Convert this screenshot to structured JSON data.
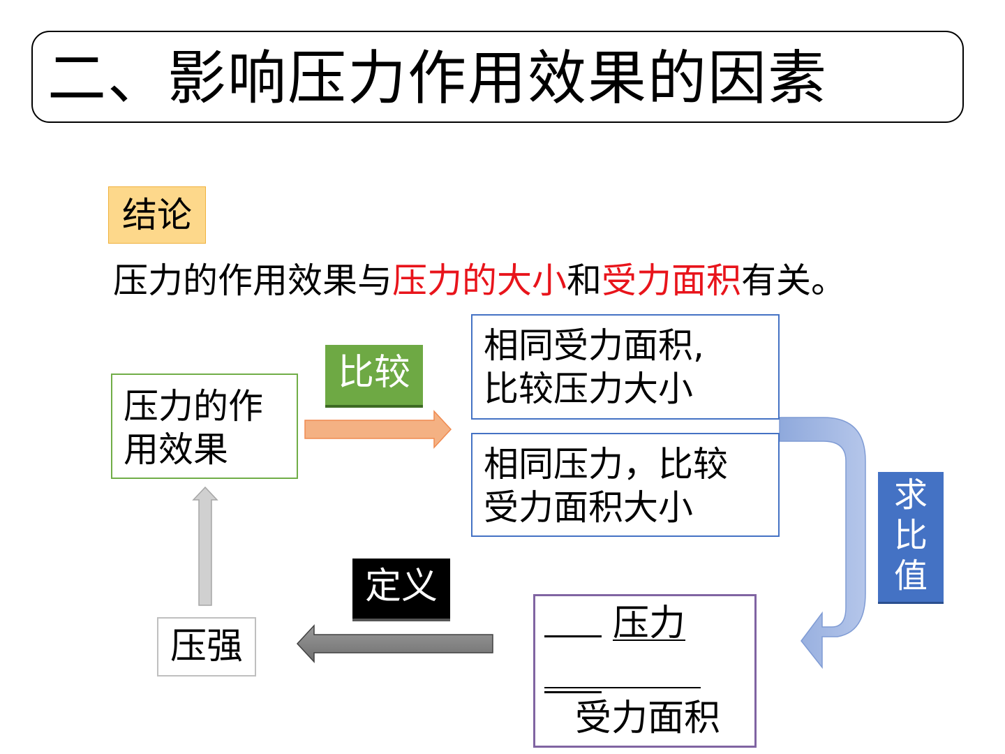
{
  "title": "二、影响压力作用效果的因素",
  "conclusion": {
    "badge": "结论",
    "parts": [
      "压力的作用效果与",
      "压力的大小",
      "和",
      "受力面积",
      "有关。"
    ]
  },
  "diagram": {
    "effect_box": [
      "压力的作",
      "用效果"
    ],
    "compare_label": "比较",
    "same_area_box": [
      "相同受力面积,",
      "比较压力大小"
    ],
    "same_force_box": [
      "相同压力，比较",
      "受力面积大小"
    ],
    "ratio_label": [
      "求",
      "比",
      "值"
    ],
    "formula": {
      "numerator": "压力",
      "denominator": "受力面积"
    },
    "define_label": "定义",
    "pressure_box": "压强"
  },
  "colors": {
    "highlight_red": "#e8141b",
    "compare_green": "#6ea944",
    "ratio_blue": "#4472c4",
    "conclusion_badge_fill": "#fdd88b",
    "orange_arrow": "#f4b183",
    "gray_arrow": "#808080"
  }
}
